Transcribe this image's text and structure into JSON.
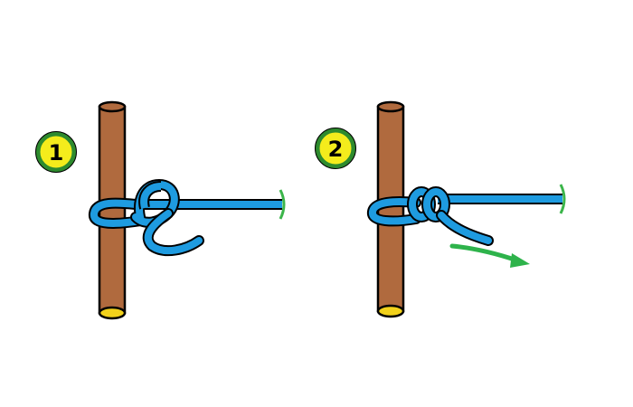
{
  "steps": [
    {
      "number": "1",
      "state": "loop wrapped around pole, end hanging"
    },
    {
      "number": "2",
      "state": "knot tightened, pull working end"
    }
  ],
  "colors": {
    "background": "#ffffff",
    "pole": "#b06a3e",
    "pole_end": "#f2d21b",
    "rope": "#1e9be0",
    "rope_end": "#3bb54a",
    "badge_fill": "#f4ec1c",
    "badge_ring": "#2e8b2e",
    "arrow": "#2eb34b",
    "outline": "#000000"
  },
  "icons": {
    "pole": "wooden-pole-icon",
    "arrow": "pull-direction-arrow-icon"
  }
}
